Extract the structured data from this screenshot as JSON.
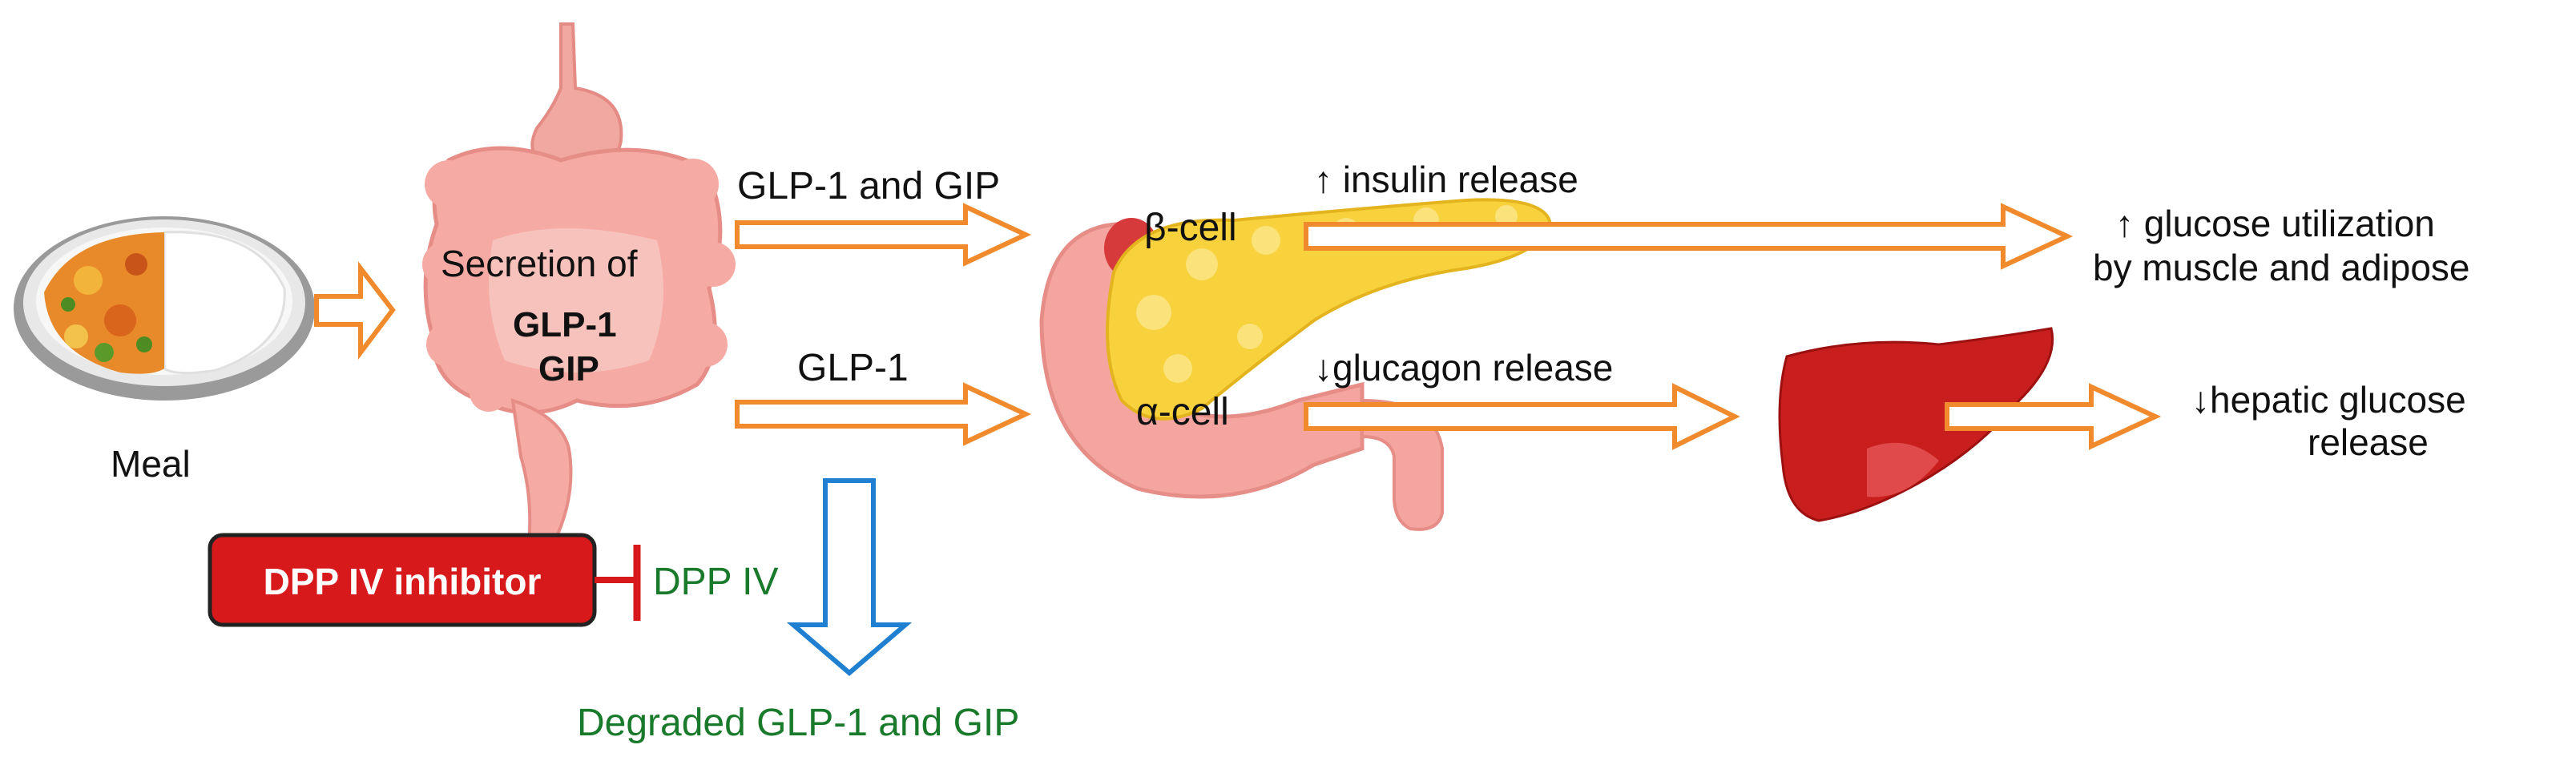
{
  "labels": {
    "meal": "Meal",
    "secretion_line1": "Secretion of",
    "secretion_line2": "GLP-1",
    "secretion_line3": "GIP",
    "glp1_and_gip": "GLP-1 and GIP",
    "glp1": "GLP-1",
    "beta_cell": "β-cell",
    "alpha_cell": "α-cell",
    "insulin_release": "↑ insulin release",
    "glucagon_release": "↓glucagon release",
    "glucose_utilization_line1": "↑ glucose utilization",
    "glucose_utilization_line2": "by muscle and adipose",
    "hepatic_line1": "↓hepatic glucose",
    "hepatic_line2": "release",
    "dpp4_inhibitor": "DPP IV inhibitor",
    "dpp4": "DPP IV",
    "degraded": "Degraded GLP-1 and GIP"
  },
  "colors": {
    "arrow_orange": "#f08a2c",
    "arrow_blue": "#1f7fd0",
    "text_green": "#1a7a2c",
    "inhibitor_red": "#d7191c",
    "intestine_pink": "#f5a5a0",
    "pancreas_yellow": "#f7d23c",
    "liver_red": "#c81e1e"
  }
}
